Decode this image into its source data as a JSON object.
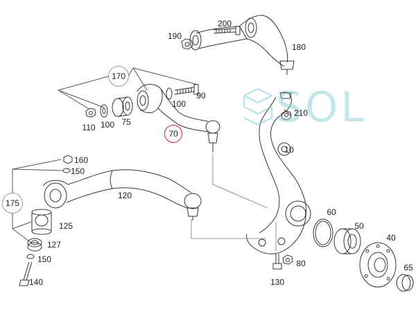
{
  "diagram": {
    "labels": {
      "l200": "200",
      "l190": "190",
      "l180": "180",
      "l170": "170",
      "l90": "90",
      "l100a": "100",
      "l110": "110",
      "l100b": "100",
      "l75": "75",
      "l70": "70",
      "l210": "210",
      "l10": "10",
      "l160": "160",
      "l150a": "150",
      "l175": "175",
      "l120": "120",
      "l125": "125",
      "l127": "127",
      "l150b": "150",
      "l140": "140",
      "l60": "60",
      "l50": "50",
      "l40": "40",
      "l65": "65",
      "l80": "80",
      "l130": "130"
    },
    "highlight_color": "#d8202a"
  },
  "watermark": {
    "text": "SOL",
    "color": "#7ec8d4"
  }
}
